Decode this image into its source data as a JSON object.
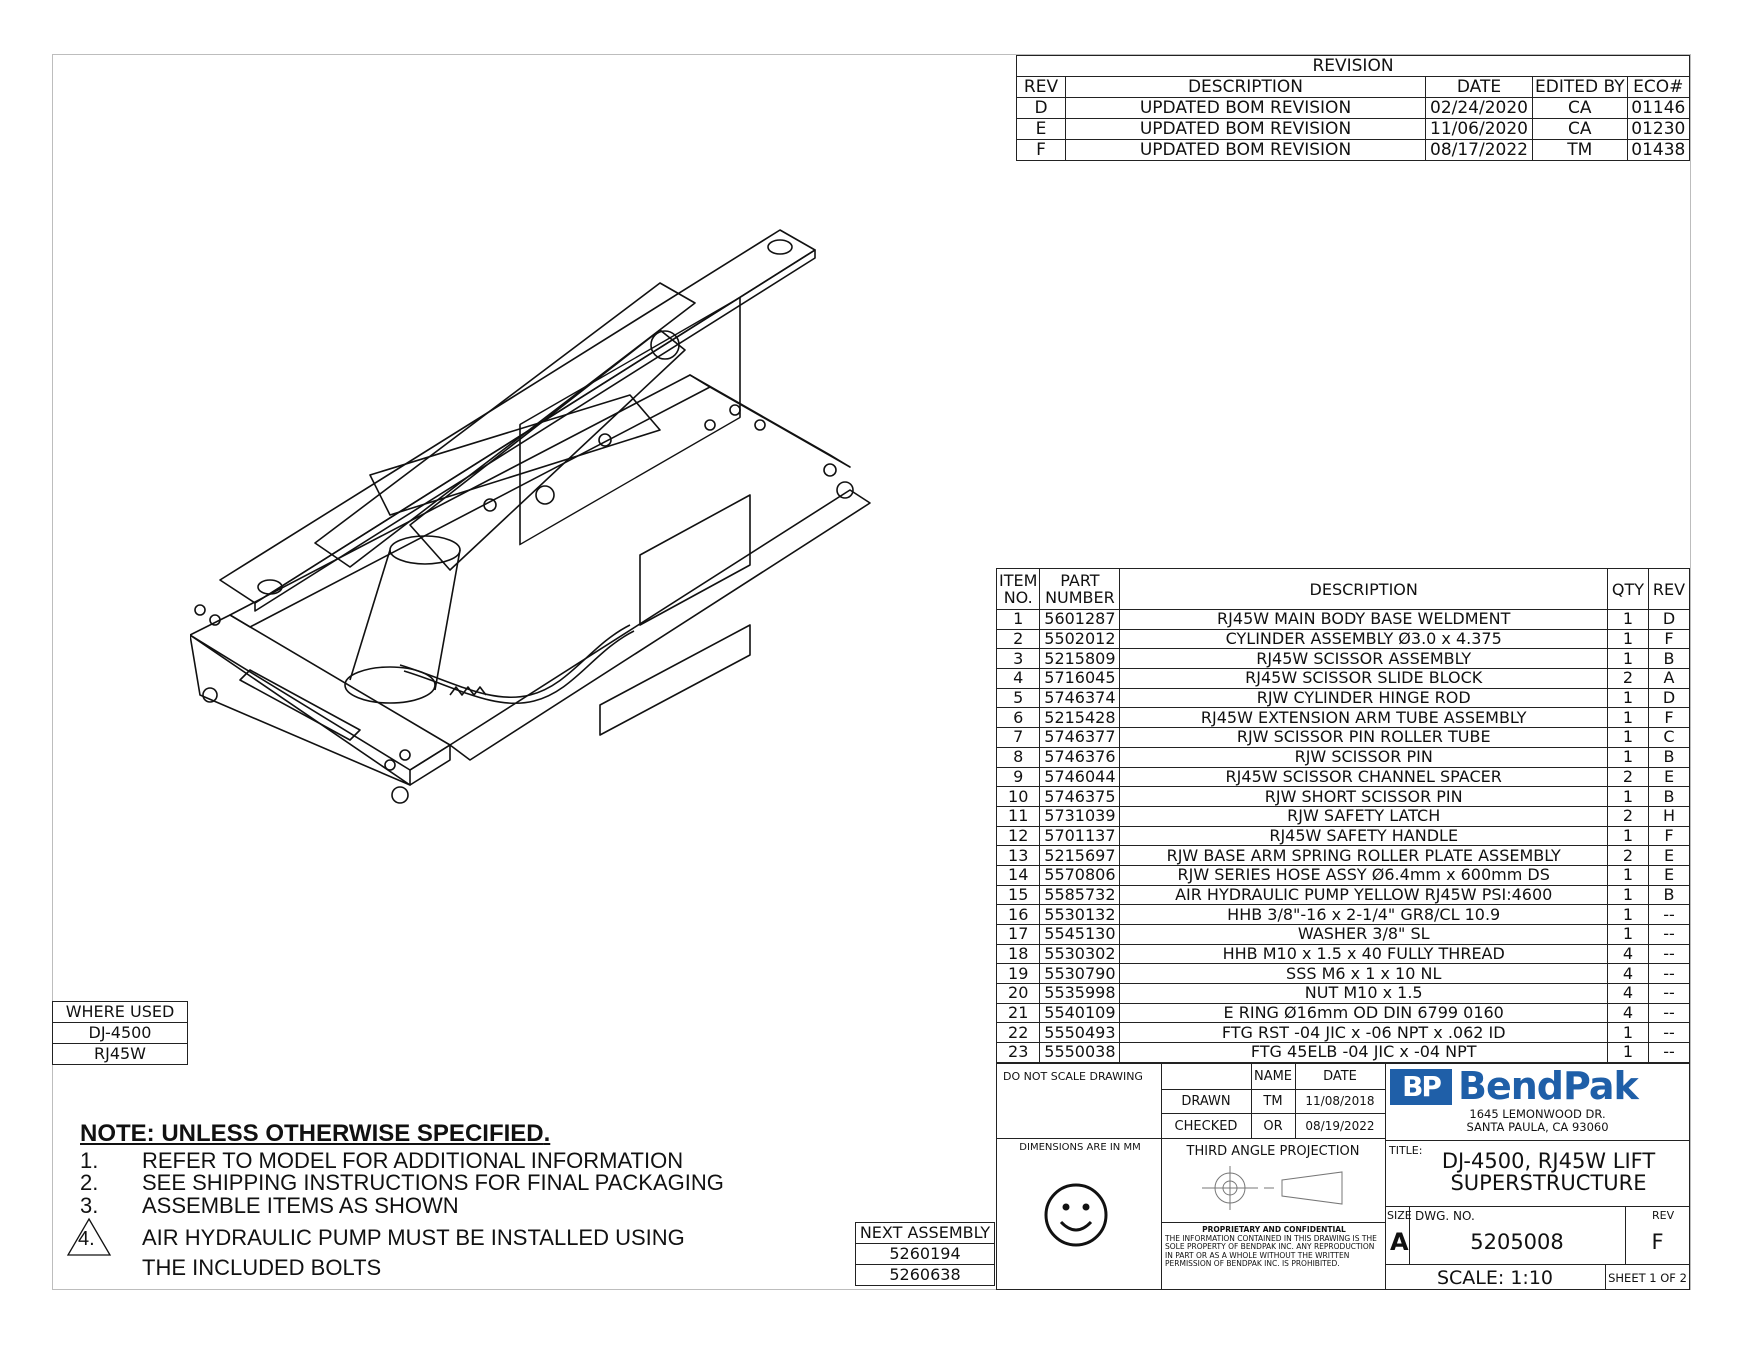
{
  "revision": {
    "title": "REVISION",
    "headers": [
      "REV",
      "DESCRIPTION",
      "DATE",
      "EDITED BY",
      "ECO#"
    ],
    "rows": [
      [
        "D",
        "UPDATED BOM REVISION",
        "02/24/2020",
        "CA",
        "01146"
      ],
      [
        "E",
        "UPDATED BOM REVISION",
        "11/06/2020",
        "CA",
        "01230"
      ],
      [
        "F",
        "UPDATED BOM REVISION",
        "08/17/2022",
        "TM",
        "01438"
      ]
    ]
  },
  "bom": {
    "headers": {
      "item_line1": "ITEM",
      "item_line2": "NO.",
      "part_line1": "PART",
      "part_line2": "NUMBER",
      "description": "DESCRIPTION",
      "qty": "QTY",
      "rev": "REV"
    },
    "rows": [
      [
        "1",
        "5601287",
        "RJ45W MAIN BODY BASE WELDMENT",
        "1",
        "D"
      ],
      [
        "2",
        "5502012",
        "CYLINDER ASSEMBLY Ø3.0 x 4.375",
        "1",
        "F"
      ],
      [
        "3",
        "5215809",
        "RJ45W SCISSOR ASSEMBLY",
        "1",
        "B"
      ],
      [
        "4",
        "5716045",
        "RJ45W SCISSOR SLIDE BLOCK",
        "2",
        "A"
      ],
      [
        "5",
        "5746374",
        "RJW CYLINDER HINGE ROD",
        "1",
        "D"
      ],
      [
        "6",
        "5215428",
        "RJ45W EXTENSION ARM TUBE ASSEMBLY",
        "1",
        "F"
      ],
      [
        "7",
        "5746377",
        "RJW SCISSOR PIN ROLLER TUBE",
        "1",
        "C"
      ],
      [
        "8",
        "5746376",
        "RJW SCISSOR PIN",
        "1",
        "B"
      ],
      [
        "9",
        "5746044",
        "RJ45W SCISSOR CHANNEL SPACER",
        "2",
        "E"
      ],
      [
        "10",
        "5746375",
        "RJW SHORT SCISSOR PIN",
        "1",
        "B"
      ],
      [
        "11",
        "5731039",
        "RJW SAFETY LATCH",
        "2",
        "H"
      ],
      [
        "12",
        "5701137",
        "RJ45W SAFETY HANDLE",
        "1",
        "F"
      ],
      [
        "13",
        "5215697",
        "RJW BASE ARM SPRING ROLLER PLATE ASSEMBLY",
        "2",
        "E"
      ],
      [
        "14",
        "5570806",
        "RJW SERIES HOSE ASSY Ø6.4mm x 600mm DS",
        "1",
        "E"
      ],
      [
        "15",
        "5585732",
        "AIR HYDRAULIC PUMP YELLOW RJ45W PSI:4600",
        "1",
        "B"
      ],
      [
        "16",
        "5530132",
        "HHB 3/8\"-16 x 2-1/4\" GR8/CL 10.9",
        "1",
        "--"
      ],
      [
        "17",
        "5545130",
        "WASHER 3/8\" SL",
        "1",
        "--"
      ],
      [
        "18",
        "5530302",
        "HHB M10 x 1.5 x 40 FULLY THREAD",
        "4",
        "--"
      ],
      [
        "19",
        "5530790",
        "SSS M6 x 1 x 10 NL",
        "4",
        "--"
      ],
      [
        "20",
        "5535998",
        "NUT M10 x 1.5",
        "4",
        "--"
      ],
      [
        "21",
        "5540109",
        "E RING Ø16mm OD DIN 6799 0160",
        "4",
        "--"
      ],
      [
        "22",
        "5550493",
        "FTG RST -04 JIC x -06 NPT x .062 ID",
        "1",
        "--"
      ],
      [
        "23",
        "5550038",
        "FTG 45ELB -04 JIC x -04 NPT",
        "1",
        "--"
      ]
    ]
  },
  "where_used": {
    "title": "WHERE USED",
    "items": [
      "DJ-4500",
      "RJ45W"
    ]
  },
  "next_assembly": {
    "title": "NEXT ASSEMBLY",
    "items": [
      "5260194",
      "5260638"
    ]
  },
  "notes": {
    "title": "NOTE: UNLESS OTHERWISE SPECIFIED",
    "items": [
      {
        "num": "1.",
        "text": "REFER TO MODEL FOR ADDITIONAL INFORMATION"
      },
      {
        "num": "2.",
        "text": "SEE SHIPPING INSTRUCTIONS FOR FINAL PACKAGING"
      },
      {
        "num": "3.",
        "text": "ASSEMBLE ITEMS AS SHOWN"
      }
    ],
    "flag_num": "4.",
    "flag_line1": "AIR HYDRAULIC PUMP MUST BE INSTALLED USING",
    "flag_line2": "THE INCLUDED BOLTS"
  },
  "title_block": {
    "do_not_scale": "DO NOT SCALE DRAWING",
    "name_label": "NAME",
    "date_label": "DATE",
    "drawn_label": "DRAWN",
    "drawn_name": "TM",
    "drawn_date": "11/08/2018",
    "checked_label": "CHECKED",
    "checked_name": "OR",
    "checked_date": "08/19/2022",
    "dimensions": "DIMENSIONS ARE IN MM",
    "projection": "THIRD ANGLE PROJECTION",
    "proprietary_title": "PROPRIETARY AND CONFIDENTIAL",
    "proprietary_text": "THE INFORMATION CONTAINED IN THIS DRAWING IS THE SOLE PROPERTY OF BENDPAK INC. ANY REPRODUCTION IN PART OR AS A WHOLE WITHOUT THE WRITTEN PERMISSION OF BENDPAK INC. IS PROHIBITED.",
    "logo_mark": "BP",
    "logo_text": "BendPak",
    "address_line1": "1645 LEMONWOOD DR.",
    "address_line2": "SANTA PAULA, CA 93060",
    "title_label": "TITLE:",
    "title_line1": "DJ-4500, RJ45W LIFT",
    "title_line2": "SUPERSTRUCTURE",
    "size_label": "SIZE",
    "size": "A",
    "dwg_label": "DWG.  NO.",
    "dwg_no": "5205008",
    "rev_label": "REV",
    "rev": "F",
    "scale": "SCALE: 1:10",
    "sheet": "SHEET 1 OF 2",
    "brand_color": "#1f5fa8"
  }
}
